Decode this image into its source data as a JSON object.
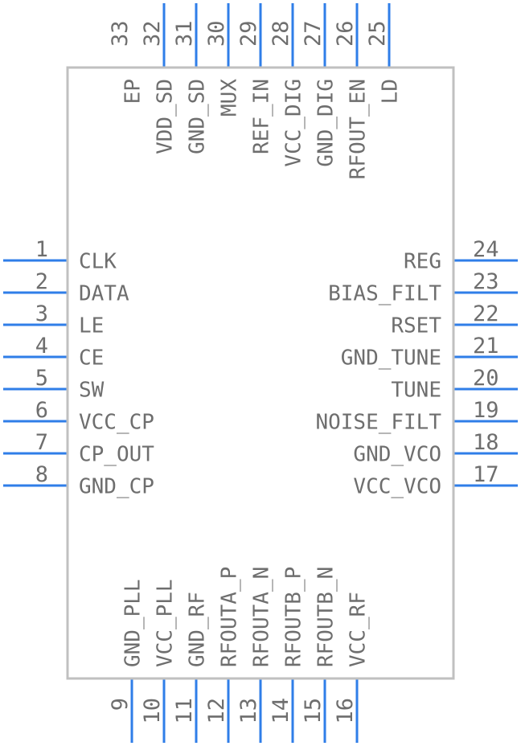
{
  "pins": {
    "left": [
      {
        "num": "1",
        "name": "CLK"
      },
      {
        "num": "2",
        "name": "DATA"
      },
      {
        "num": "3",
        "name": "LE"
      },
      {
        "num": "4",
        "name": "CE"
      },
      {
        "num": "5",
        "name": "SW"
      },
      {
        "num": "6",
        "name": "VCC_CP"
      },
      {
        "num": "7",
        "name": "CP_OUT"
      },
      {
        "num": "8",
        "name": "GND_CP"
      }
    ],
    "bottom": [
      {
        "num": "9",
        "name": "GND_PLL"
      },
      {
        "num": "10",
        "name": "VCC_PLL"
      },
      {
        "num": "11",
        "name": "GND_RF"
      },
      {
        "num": "12",
        "name": "RFOUTA_P"
      },
      {
        "num": "13",
        "name": "RFOUTA_N"
      },
      {
        "num": "14",
        "name": "RFOUTB_P"
      },
      {
        "num": "15",
        "name": "RFOUTB_N"
      },
      {
        "num": "16",
        "name": "VCC_RF"
      }
    ],
    "right": [
      {
        "num": "17",
        "name": "VCC_VCO"
      },
      {
        "num": "18",
        "name": "GND_VCO"
      },
      {
        "num": "19",
        "name": "NOISE_FILT"
      },
      {
        "num": "20",
        "name": "TUNE"
      },
      {
        "num": "21",
        "name": "GND_TUNE"
      },
      {
        "num": "22",
        "name": "RSET"
      },
      {
        "num": "23",
        "name": "BIAS_FILT"
      },
      {
        "num": "24",
        "name": "REG"
      }
    ],
    "top": [
      {
        "num": "25",
        "name": "LD"
      },
      {
        "num": "26",
        "name": "RFOUT_EN"
      },
      {
        "num": "27",
        "name": "GND_DIG"
      },
      {
        "num": "28",
        "name": "VCC_DIG"
      },
      {
        "num": "29",
        "name": "REF_IN"
      },
      {
        "num": "30",
        "name": "MUX"
      },
      {
        "num": "31",
        "name": "GND_SD"
      },
      {
        "num": "32",
        "name": "VDD_SD"
      },
      {
        "num": "33",
        "name": "EP"
      }
    ]
  },
  "colors": {
    "pin": "#2f7ee8",
    "body_outline": "#c0c0c0",
    "text": "#6e6e6e"
  }
}
